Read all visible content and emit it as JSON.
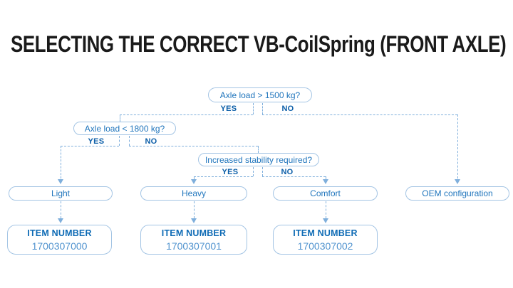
{
  "title": "SELECTING THE CORRECT VB-CoilSpring (FRONT AXLE)",
  "colors": {
    "title_text": "#1a1a1a",
    "node_border": "#a3c4e4",
    "node_text": "#2176bd",
    "branch_label_text": "#0b5ea8",
    "connector": "#7fafdc",
    "item_label_text": "#0e6bb5",
    "item_number_text": "#5294cf",
    "background": "#ffffff"
  },
  "flowchart": {
    "decisions": [
      {
        "question": "Axle load > 1500 kg?",
        "yes_label": "YES",
        "no_label": "NO"
      },
      {
        "question": "Axle load < 1800 kg?",
        "yes_label": "YES",
        "no_label": "NO"
      },
      {
        "question": "Increased stability required?",
        "yes_label": "YES",
        "no_label": "NO"
      }
    ],
    "results": [
      {
        "label": "Light"
      },
      {
        "label": "Heavy"
      },
      {
        "label": "Comfort"
      },
      {
        "label": "OEM configuration"
      }
    ],
    "items": [
      {
        "label": "ITEM NUMBER",
        "number": "1700307000"
      },
      {
        "label": "ITEM NUMBER",
        "number": "1700307001"
      },
      {
        "label": "ITEM NUMBER",
        "number": "1700307002"
      }
    ]
  }
}
